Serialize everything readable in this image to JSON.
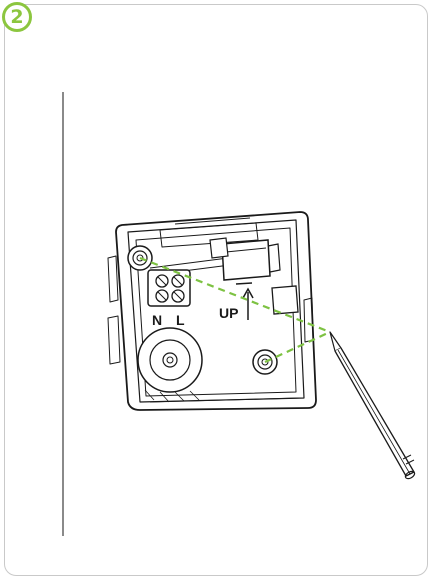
{
  "step": {
    "number": "2"
  },
  "illustration": {
    "label_n": "N",
    "label_l": "L",
    "label_up": "UP",
    "accent_color": "#8cc63f",
    "guide_color": "#7dc242",
    "icons": [
      "mounting-box",
      "terminal-block",
      "screw-hole",
      "pencil",
      "up-arrow"
    ]
  }
}
